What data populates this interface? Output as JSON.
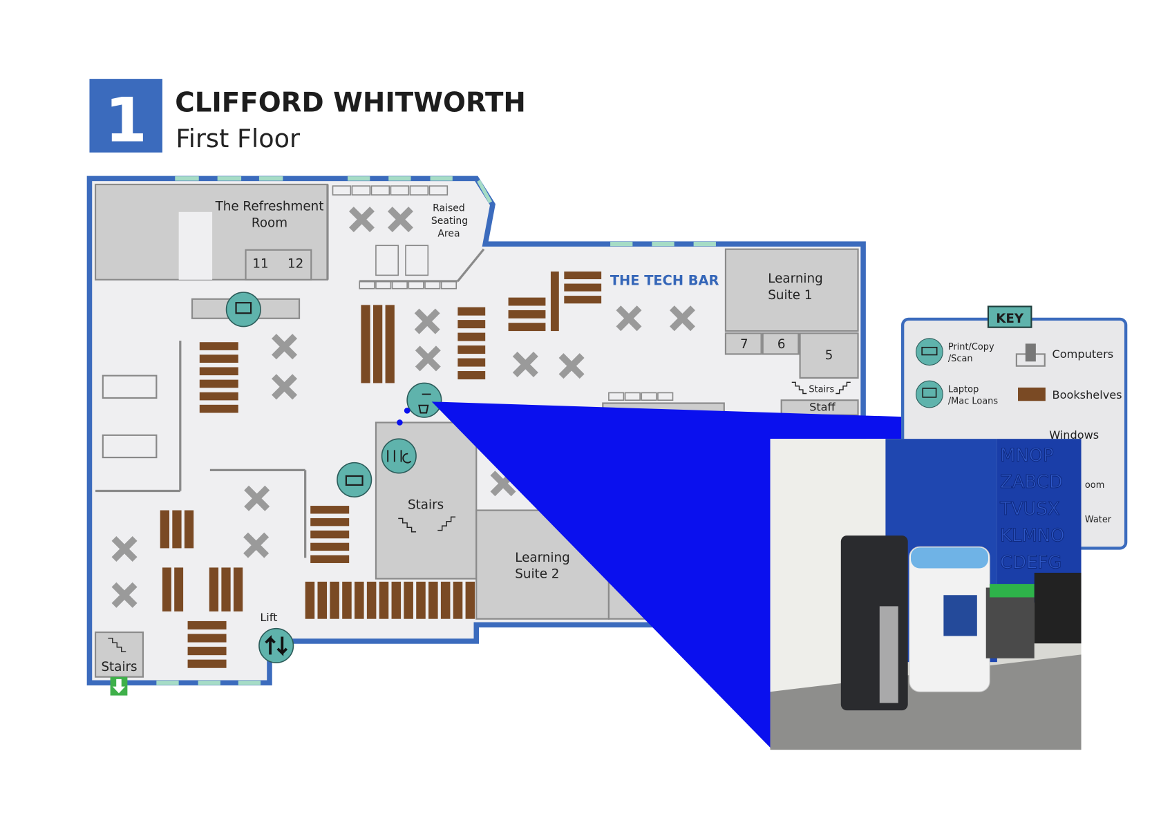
{
  "header": {
    "floor_number": "1",
    "title": "CLIFFORD WHITWORTH",
    "subtitle": "First Floor"
  },
  "rooms": {
    "refreshment": [
      "The Refreshment",
      "Room"
    ],
    "room_11": "11",
    "room_12": "12",
    "raised_seating": [
      "Raised",
      "Seating",
      "Area"
    ],
    "tech_bar": "THE TECH BAR",
    "learning_suite_1": [
      "Learning",
      "Suite 1"
    ],
    "room_7": "7",
    "room_6": "6",
    "room_5": "5",
    "stairs_right": "Stairs",
    "staff": "Staff",
    "stairs_center": "Stairs",
    "learning_suite_2": [
      "Learning",
      "Suite 2"
    ],
    "lift": "Lift",
    "stairs_bottom": "Stairs"
  },
  "key": {
    "title": "KEY",
    "items": [
      {
        "icon": "printer-icon",
        "label": [
          "Print/Copy",
          "/Scan"
        ]
      },
      {
        "icon": "computer-icon",
        "label": [
          "Computers"
        ]
      },
      {
        "icon": "laptop-icon",
        "label": [
          "Laptop",
          "/Mac Loans"
        ]
      },
      {
        "icon": "bookshelf-swatch",
        "label": [
          "Bookshelves"
        ]
      },
      {
        "icon": "window-swatch",
        "label": [
          "Windows"
        ]
      },
      {
        "icon": "toilet-icon",
        "label": [
          "oom"
        ]
      },
      {
        "icon": "water-icon",
        "label": [
          "Water"
        ]
      }
    ]
  },
  "photo": {
    "wall_letters": [
      "MNOP",
      "ZABCD",
      "TVUSX",
      "KLMNO",
      "CDEFG"
    ]
  },
  "colors": {
    "wall": "#3b6bbd",
    "window": "#a6dcc6",
    "floor": "#efeff1",
    "room": "#cdcdcd",
    "bookshelf": "#7a4a24",
    "icon_fill": "#5fb3ac",
    "highlight": "#0a10ee",
    "tech_bar_text": "#3566b8",
    "exit_green": "#3fb04a"
  }
}
